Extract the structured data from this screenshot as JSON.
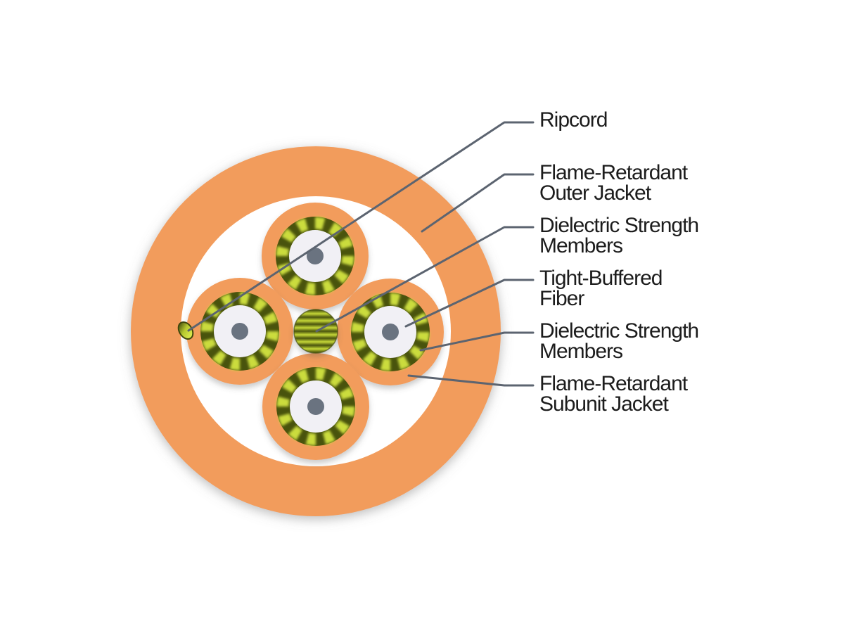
{
  "figure": {
    "kind": "fiber-optic cable cross-section diagram",
    "subunit_count": 4
  },
  "labels": [
    {
      "id": "ripcord",
      "text": "Ripcord"
    },
    {
      "id": "outer-jacket",
      "text": "Flame-Retardant\nOuter Jacket"
    },
    {
      "id": "central-strength-members",
      "text": "Dielectric Strength\nMembers"
    },
    {
      "id": "tight-buffered-fiber",
      "text": "Tight-Buffered\nFiber"
    },
    {
      "id": "subunit-strength-members",
      "text": "Dielectric Strength\nMembers"
    },
    {
      "id": "subunit-jacket",
      "text": "Flame-Retardant\nSubunit Jacket"
    }
  ],
  "colors": {
    "jacket_orange": "#F29C5C",
    "stripe_yellow": "#CBDC3E",
    "stripe_dark": "#49530D",
    "buffer_white": "#F1F0F5",
    "fiber_gray": "#6A7380",
    "core_white": "#FFFFFF",
    "leader_line": "#5C6470",
    "label_text": "#1C1C1C",
    "background": "#FFFFFF"
  }
}
